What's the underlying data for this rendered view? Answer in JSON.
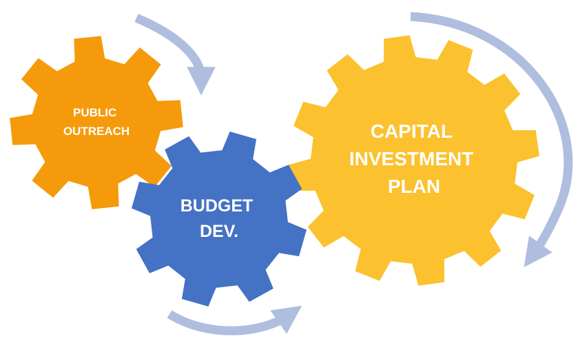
{
  "diagram": {
    "gears": {
      "public_outreach": {
        "lines": [
          "PUBLIC",
          "OUTREACH"
        ],
        "color": "#F59A0A"
      },
      "budget_dev": {
        "lines": [
          "BUDGET",
          "DEV."
        ],
        "color": "#4472C4"
      },
      "capital_investment_plan": {
        "lines": [
          "CAPITAL",
          "INVESTMENT",
          "PLAN"
        ],
        "color": "#FBC12E"
      }
    },
    "arrow_color": "#AFBEDF",
    "background": "#FFFFFF"
  }
}
